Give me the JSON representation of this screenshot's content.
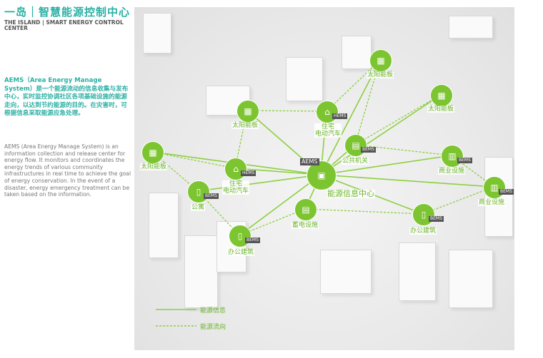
{
  "header": {
    "title": "一岛｜智慧能源控制中心",
    "subtitle": "THE ISLAND | SMART ENERGY CONTROL CENTER"
  },
  "description": {
    "cn": "AEMS（Area Energy Manage System）是一个能源流动的信息收集与发布中心，实时监控协调社区各项基础设施的能源走向，以达到节约能源的目的。在灾害时，可根据信息采取能源应急处理。",
    "en": "AEMS (Area Energy Manage System) is an information collection and release center for energy flow. It monitors and coordinates the energy trends of various community infrastructures in real time to achieve the goal of energy conservation. In the event of a disaster, energy emergency treatment can be taken based on the information."
  },
  "diagram": {
    "center": {
      "badge": "AEMS",
      "label": "能源信息中心"
    },
    "nodes": [
      {
        "label": "太阳能板",
        "icon": "solar-panel-icon"
      },
      {
        "label": "太阳能板",
        "icon": "solar-panel-icon"
      },
      {
        "label": "太阳能板",
        "icon": "solar-panel-icon"
      },
      {
        "label": "住宅\n电动汽车",
        "badge": "HEMS",
        "icon": "house-ev-icon"
      },
      {
        "label": "太阳能板",
        "icon": "solar-panel-icon"
      },
      {
        "label": "住宅\n电动汽车",
        "badge": "HEMS",
        "icon": "house-ev-icon"
      },
      {
        "label": "公共机关",
        "badge": "BEMS",
        "icon": "public-building-icon"
      },
      {
        "label": "商业设施",
        "badge": "BEMS",
        "icon": "commercial-icon"
      },
      {
        "label": "商业设施",
        "badge": "BEMS",
        "icon": "commercial-icon"
      },
      {
        "label": "公寓",
        "badge": "BEMS",
        "icon": "apartment-icon"
      },
      {
        "label": "蓄电设施",
        "icon": "battery-storage-icon"
      },
      {
        "label": "办公建筑",
        "badge": "BEMS",
        "icon": "office-icon"
      },
      {
        "label": "办公建筑",
        "badge": "BEMS",
        "icon": "office-icon"
      }
    ]
  },
  "legend": {
    "solid": "能源信息",
    "dashed": "能源流向"
  },
  "colors": {
    "accent": "#7cc531",
    "title": "#2bb0a4"
  }
}
